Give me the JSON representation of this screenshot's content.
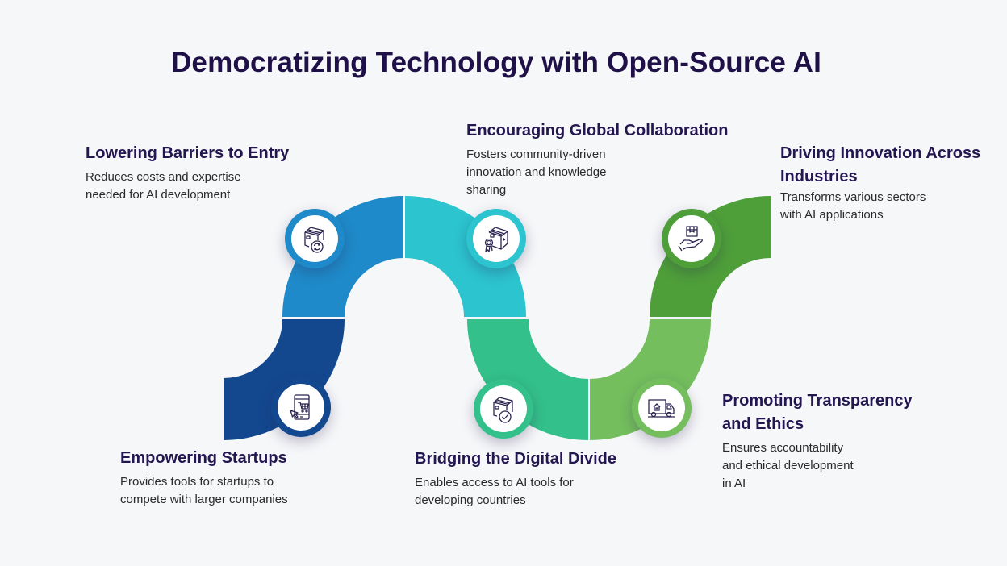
{
  "title": "Democratizing Technology with Open-Source AI",
  "colors": {
    "background": "#f6f7f9",
    "heading": "#241650",
    "body_text": "#2a2a2a",
    "segment_dark_blue": "#13488f",
    "segment_blue": "#1f8ac9",
    "segment_teal": "#2cc4cf",
    "segment_teal_green": "#33c08a",
    "segment_light_green": "#74be5e",
    "segment_dark_green": "#4e9f3a"
  },
  "items": [
    {
      "heading": "Lowering Barriers to Entry",
      "description": [
        "Reduces costs and expertise",
        "needed for AI development"
      ],
      "icon": "box-refresh-icon",
      "color": "#1f8ac9"
    },
    {
      "heading": "Empowering Startups",
      "description": [
        "Provides tools for startups to",
        "compete with larger companies"
      ],
      "icon": "mobile-shopping-cart-icon",
      "color": "#13488f"
    },
    {
      "heading": "Encouraging Global Collaboration",
      "description": [
        "Fosters community-driven",
        "innovation and knowledge",
        "sharing"
      ],
      "icon": "box-award-icon",
      "color": "#2cc4cf"
    },
    {
      "heading": "Bridging the Digital Divide",
      "description": [
        "Enables access to AI tools for",
        "developing countries"
      ],
      "icon": "box-check-icon",
      "color": "#33c08a"
    },
    {
      "heading": [
        "Driving Innovation Across",
        "Industries"
      ],
      "description": [
        "Transforms various sectors",
        "with AI applications"
      ],
      "icon": "hand-box-icon",
      "color": "#4e9f3a"
    },
    {
      "heading": [
        "Promoting Transparency",
        "and Ethics"
      ],
      "description": [
        "Ensures accountability",
        "and ethical development",
        "in AI"
      ],
      "icon": "delivery-truck-icon",
      "color": "#74be5e"
    }
  ]
}
